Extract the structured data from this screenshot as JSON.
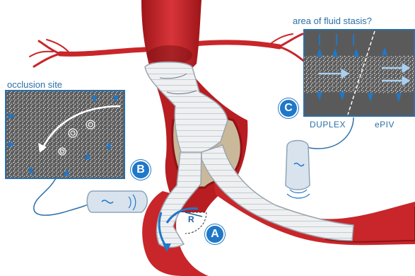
{
  "labels": {
    "occlusion_site": "occlusion site",
    "fluid_stasis": "area of fluid stasis?",
    "duplex": "DUPLEX",
    "epiv": "ePIV",
    "radius": "R"
  },
  "badges": {
    "a": "A",
    "b": "B",
    "c": "C"
  },
  "colors": {
    "artery": "#c8262a",
    "artery_dark": "#8e1216",
    "graft": "#eef0f2",
    "panel_bg": "#5a5a5a",
    "accent_blue": "#1f78c8",
    "probe": "#d9e3ee"
  }
}
